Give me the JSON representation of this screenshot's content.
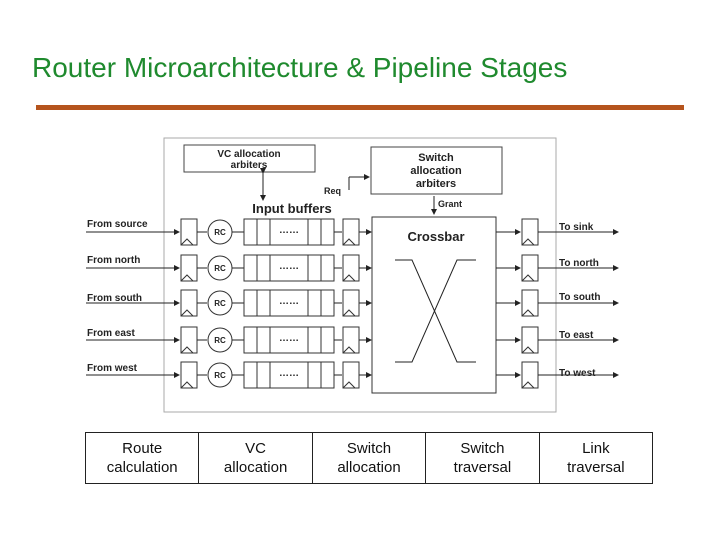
{
  "title": "Router Microarchitecture & Pipeline Stages",
  "colors": {
    "title": "#1f8a2e",
    "rule": "#b5541d",
    "line": "#222222"
  },
  "diagram": {
    "vc_arbiters": "VC allocation arbiters",
    "vc_arbiters_line1": "VC allocation",
    "vc_arbiters_line2": "arbiters",
    "switch_arbiters_line1": "Switch",
    "switch_arbiters_line2": "allocation",
    "switch_arbiters_line3": "arbiters",
    "req": "Req",
    "grant": "Grant",
    "input_buffers": "Input buffers",
    "crossbar": "Crossbar",
    "rc": "RC",
    "dots": "……",
    "inputs": [
      "From source",
      "From north",
      "From south",
      "From east",
      "From west"
    ],
    "outputs": [
      "To sink",
      "To north",
      "To south",
      "To east",
      "To west"
    ]
  },
  "pipeline": {
    "stages": [
      {
        "line1": "Route",
        "line2": "calculation"
      },
      {
        "line1": "VC",
        "line2": "allocation"
      },
      {
        "line1": "Switch",
        "line2": "allocation"
      },
      {
        "line1": "Switch",
        "line2": "traversal"
      },
      {
        "line1": "Link",
        "line2": "traversal"
      }
    ]
  }
}
